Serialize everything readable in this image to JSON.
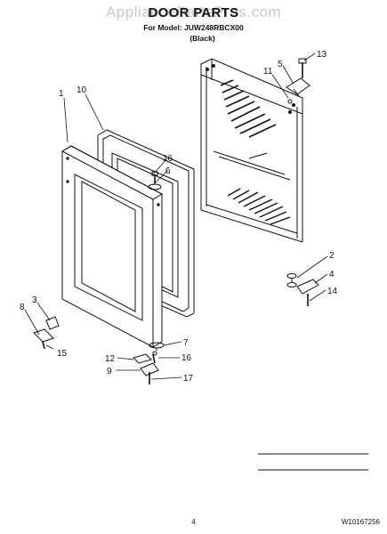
{
  "header": {
    "watermark": "AppliancePartsPros.com",
    "title": "DOOR PARTS",
    "model_line": "For Model: JUW248RBCX00",
    "color_line": "(Black)"
  },
  "callouts": {
    "c1": "1",
    "c10": "10",
    "c16a": "16",
    "c6": "6",
    "c11": "11",
    "c5": "5",
    "c13": "13",
    "c2": "2",
    "c4": "4",
    "c14": "14",
    "c3": "3",
    "c8": "8",
    "c15": "15",
    "c7": "7",
    "c12": "12",
    "c16b": "16",
    "c9": "9",
    "c17": "17"
  },
  "footer": {
    "page_number": "4",
    "doc_number": "W10167256"
  }
}
